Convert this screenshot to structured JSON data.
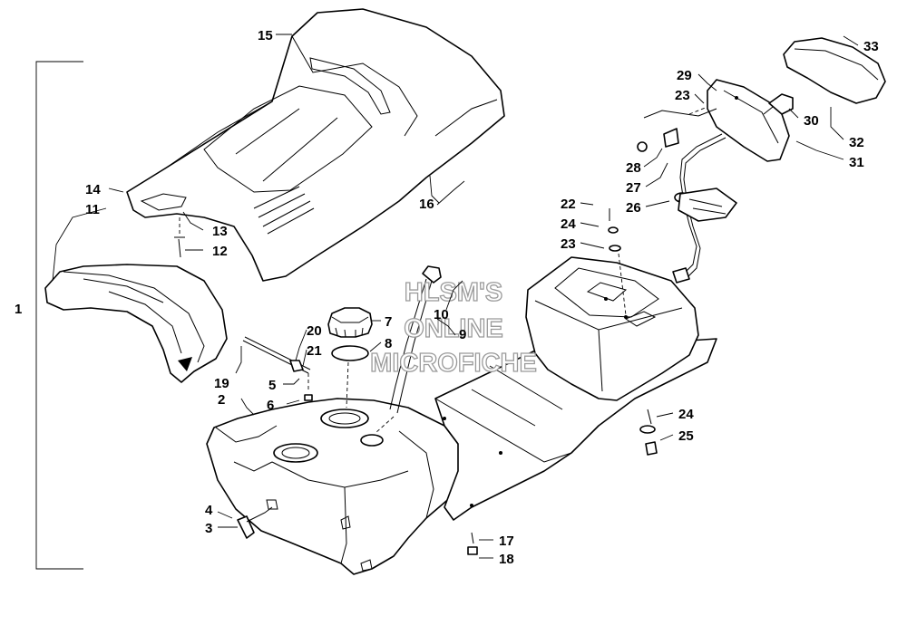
{
  "watermark": {
    "line1": "HLSM'S",
    "line2": "ONLINE",
    "line3": "MICROFICHE"
  },
  "callouts": {
    "c1": "1",
    "c2": "2",
    "c3": "3",
    "c4": "4",
    "c5": "5",
    "c6": "6",
    "c7": "7",
    "c8": "8",
    "c9": "9",
    "c10": "10",
    "c11": "11",
    "c12": "12",
    "c13": "13",
    "c14": "14",
    "c15": "15",
    "c16": "16",
    "c17": "17",
    "c18": "18",
    "c19": "19",
    "c20": "20",
    "c21": "21",
    "c22": "22",
    "c23": "23",
    "c23b": "23",
    "c24": "24",
    "c24b": "24",
    "c25": "25",
    "c26": "26",
    "c27": "27",
    "c28": "28",
    "c29": "29",
    "c30": "30",
    "c31": "31",
    "c32": "32",
    "c33": "33"
  }
}
